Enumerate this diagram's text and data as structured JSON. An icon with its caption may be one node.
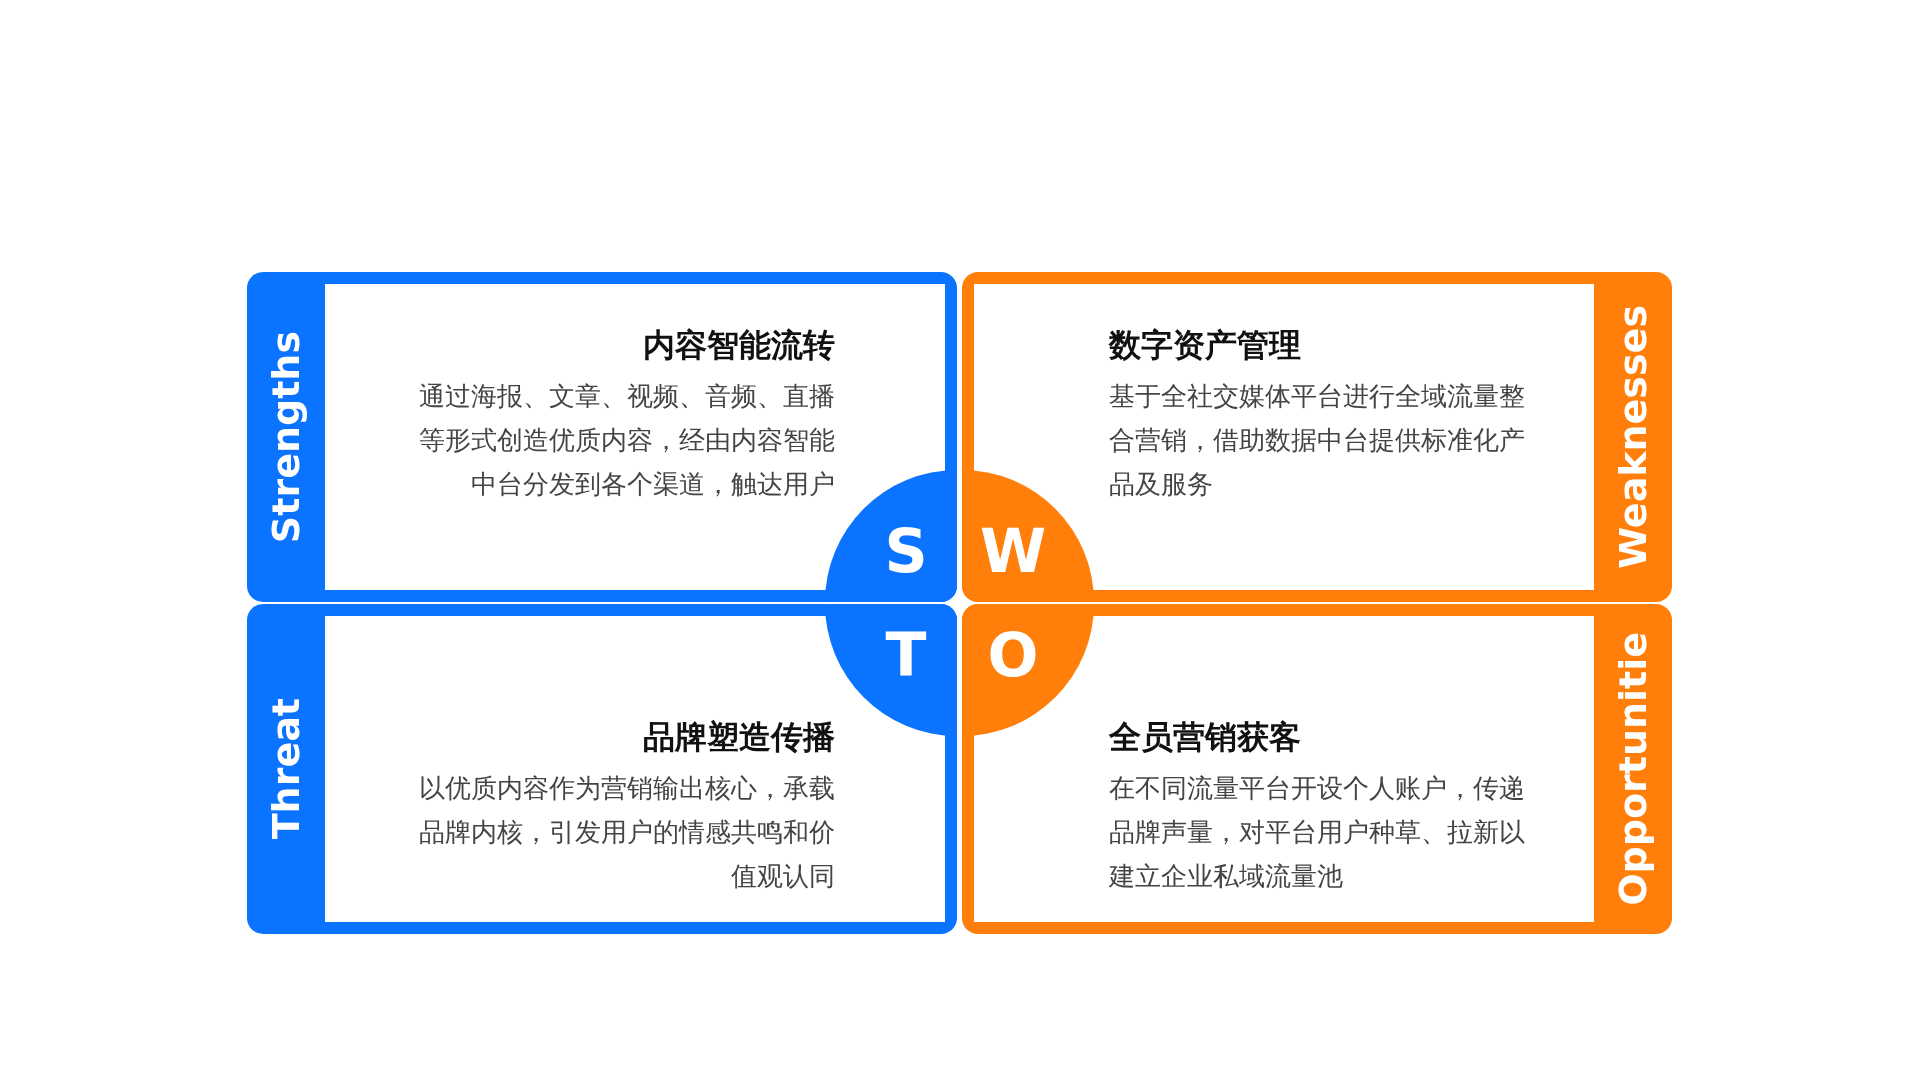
{
  "diagram": {
    "nodes": [
      {
        "text": [
          "Strengths",
          "S",
          "内容智能流转",
          "通过海报、文章、视频、音频、直播等形式创造优质内容，经由内容智能中台分发到各个渠道，触达用户"
        ]
      },
      {
        "text": [
          "Weaknesses",
          "W",
          "数字资产管理",
          "基于全社交媒体平台进行全域流量整合营销，借助数据中台提供标准化产品及服务"
        ]
      },
      {
        "text": [
          "Threat",
          "T",
          "品牌塑造传播",
          "以优质内容作为营销输出核心，承载品牌内核，引发用户的情感共鸣和价值观认同"
        ]
      },
      {
        "text": [
          "Opportunitie",
          "O",
          "全员营销获客",
          "在不同流量平台开设个人账户，传递品牌声量，对平台用户种草、拉新以建立企业私域流量池"
        ]
      }
    ],
    "edges": []
  }
}
